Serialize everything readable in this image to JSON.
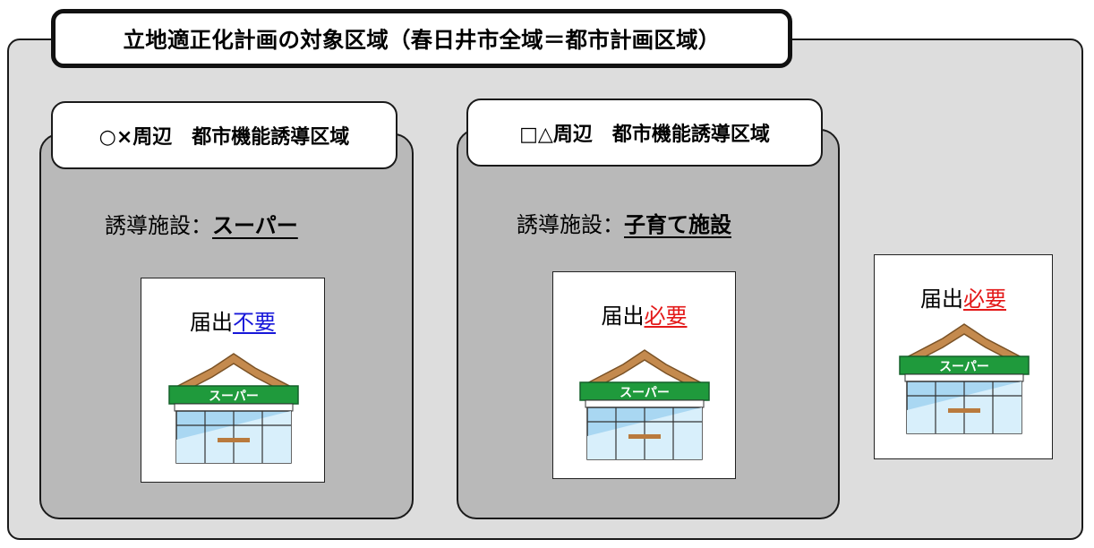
{
  "title": "立地適正化計画の対象区域（春日井市全域＝都市計画区域）",
  "zones": [
    {
      "label": "○×周辺　都市機能誘導区域",
      "facility_prefix": "誘導施設：",
      "facility_value": "スーパー",
      "notice_prefix": "届出",
      "notice_status": "不要",
      "notice_color": "#1717d9",
      "store_sign": "スーパー"
    },
    {
      "label": "□△周辺　都市機能誘導区域",
      "facility_prefix": "誘導施設：",
      "facility_value": "子育て施設",
      "notice_prefix": "届出",
      "notice_status": "必要",
      "notice_color": "#e31919",
      "store_sign": "スーパー"
    }
  ],
  "outside": {
    "notice_prefix": "届出",
    "notice_status": "必要",
    "notice_color": "#e31919",
    "store_sign": "スーパー"
  },
  "colors": {
    "zone_fill": "#b9b9b9",
    "area_fill": "#dddddd",
    "store_band": "#1f9a3c",
    "store_roof": "#c48a4e",
    "store_glass": "#a9d7f2"
  }
}
